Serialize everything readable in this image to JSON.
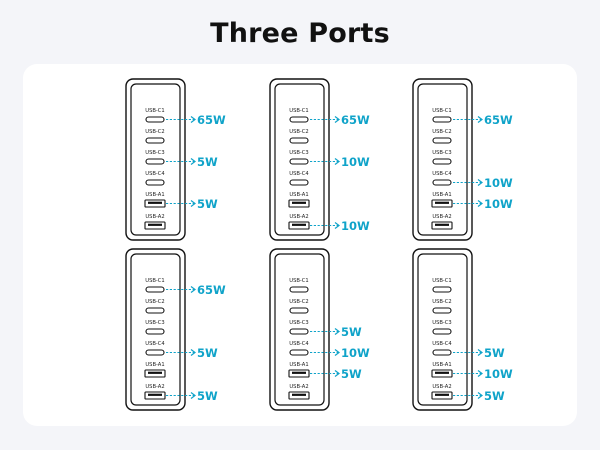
{
  "title": "Three Ports",
  "colors": {
    "accent": "#0fa3c9",
    "outline": "#111111",
    "panel": "#ffffff",
    "background": "#f4f5f9"
  },
  "port_labels": [
    "USB-C1",
    "USB-C2",
    "USB-C3",
    "USB-C4",
    "USB-A1",
    "USB-A2"
  ],
  "port_types": [
    "c",
    "c",
    "c",
    "c",
    "a",
    "a"
  ],
  "configurations": [
    {
      "outputs": [
        {
          "port": "USB-C1",
          "power": "65W"
        },
        {
          "port": "USB-C3",
          "power": "5W"
        },
        {
          "port": "USB-A1",
          "power": "5W"
        }
      ]
    },
    {
      "outputs": [
        {
          "port": "USB-C1",
          "power": "65W"
        },
        {
          "port": "USB-C3",
          "power": "10W"
        },
        {
          "port": "USB-A2",
          "power": "10W"
        }
      ]
    },
    {
      "outputs": [
        {
          "port": "USB-C1",
          "power": "65W"
        },
        {
          "port": "USB-C4",
          "power": "10W"
        },
        {
          "port": "USB-A1",
          "power": "10W"
        }
      ]
    },
    {
      "outputs": [
        {
          "port": "USB-C1",
          "power": "65W"
        },
        {
          "port": "USB-C4",
          "power": "5W"
        },
        {
          "port": "USB-A2",
          "power": "5W"
        }
      ]
    },
    {
      "outputs": [
        {
          "port": "USB-C3",
          "power": "5W"
        },
        {
          "port": "USB-C4",
          "power": "10W"
        },
        {
          "port": "USB-A1",
          "power": "5W"
        }
      ]
    },
    {
      "outputs": [
        {
          "port": "USB-C4",
          "power": "5W"
        },
        {
          "port": "USB-A1",
          "power": "10W"
        },
        {
          "port": "USB-A2",
          "power": "5W"
        }
      ]
    }
  ]
}
